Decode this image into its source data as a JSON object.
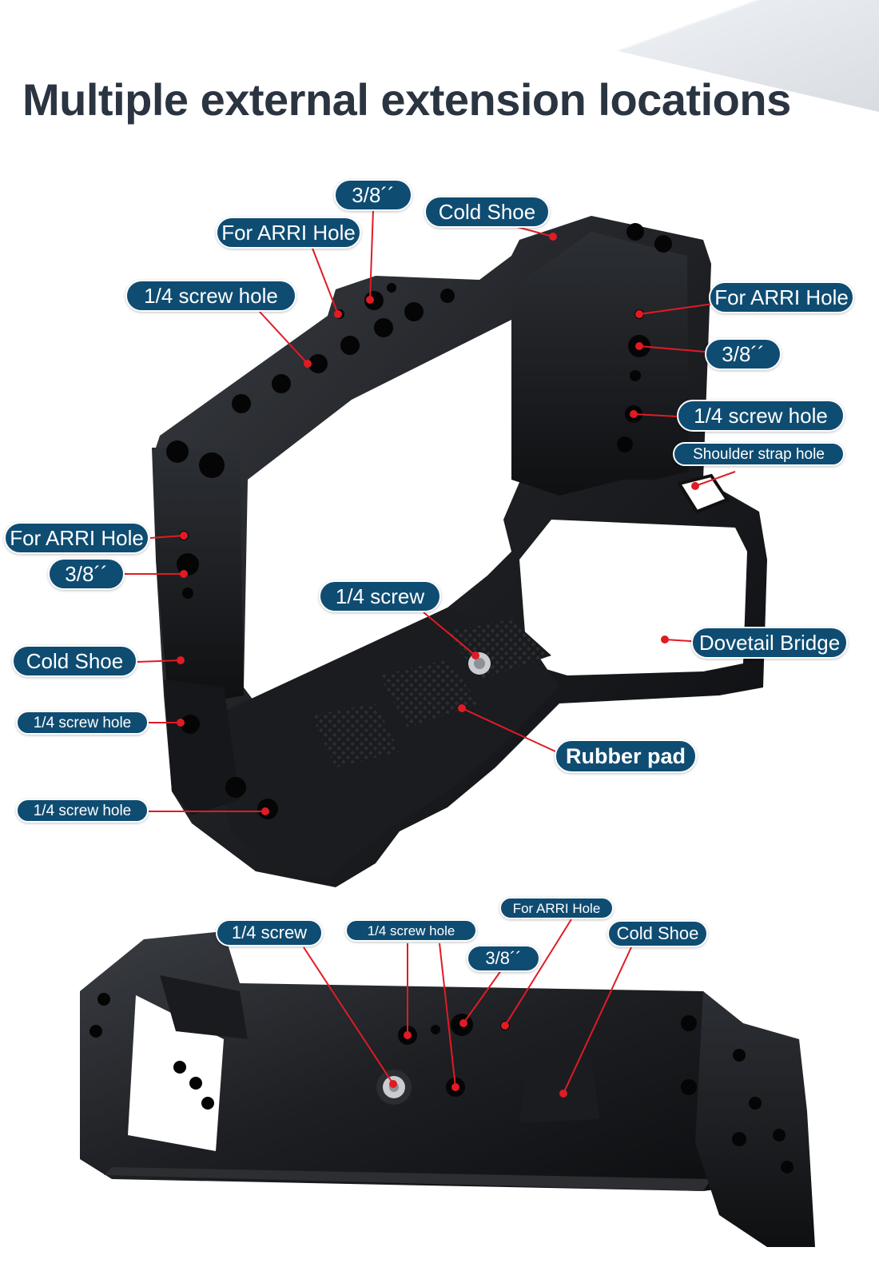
{
  "header": {
    "title": "Multiple external extension locations"
  },
  "accent_color": "#0f4c72",
  "pointer_color": "#e01b24",
  "labels": {
    "top_38": "3/8´´",
    "top_cold_shoe": "Cold Shoe",
    "top_arri": "For ARRI Hole",
    "top_quarter_hole": "1/4 screw hole",
    "right_arri": "For ARRI Hole",
    "right_38": "3/8´´",
    "right_quarter_hole": "1/4 screw hole",
    "right_strap": "Shoulder strap hole",
    "left_arri": "For ARRI Hole",
    "left_38": "3/8´´",
    "center_quarter_screw": "1/4 screw",
    "dovetail": "Dovetail Bridge",
    "left_cold_shoe": "Cold Shoe",
    "left_quarter_hole_1": "1/4 screw hole",
    "rubber_pad": "Rubber pad",
    "left_quarter_hole_2": "1/4 screw hole",
    "bottom_arri": "For ARRI Hole",
    "bottom_quarter_screw": "1/4 screw",
    "bottom_quarter_hole": "1/4 screw hole",
    "bottom_cold_shoe": "Cold Shoe",
    "bottom_38": "3/8´´"
  }
}
